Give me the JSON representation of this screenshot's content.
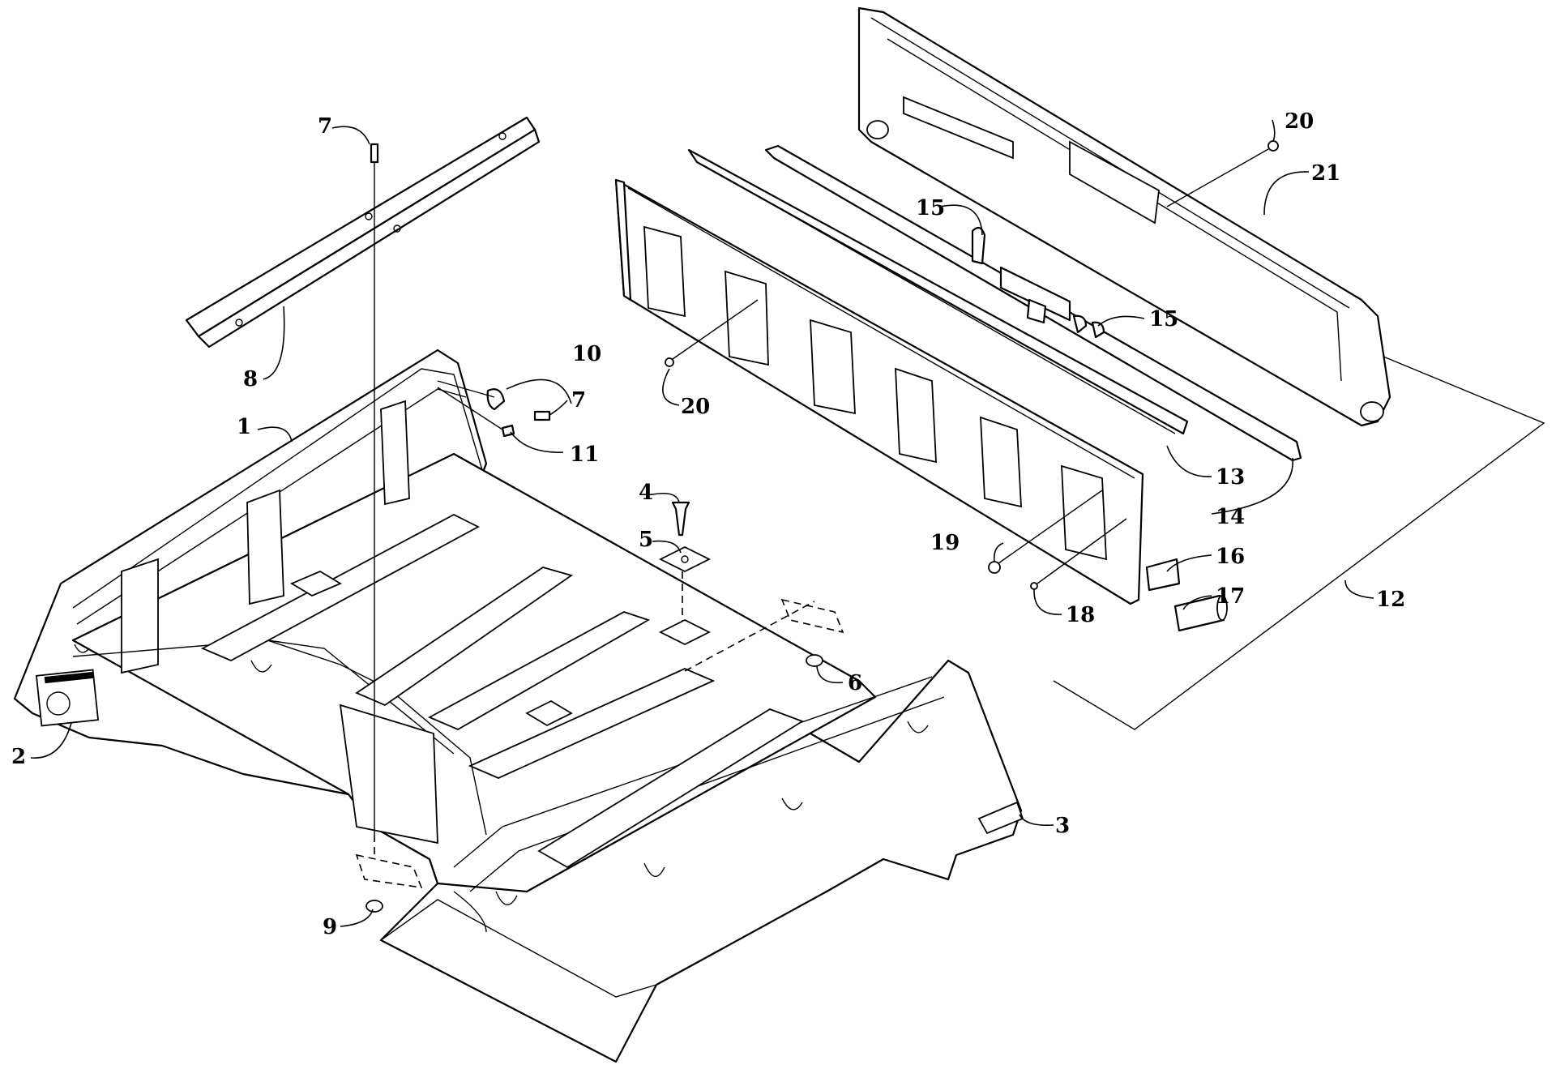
{
  "callouts": {
    "c1": "1",
    "c2": "2",
    "c3": "3",
    "c4": "4",
    "c5": "5",
    "c6": "6",
    "c7a": "7",
    "c7b": "7",
    "c8": "8",
    "c9": "9",
    "c10": "10",
    "c11": "11",
    "c12": "12",
    "c13": "13",
    "c14": "14",
    "c15a": "15",
    "c15b": "15",
    "c16": "16",
    "c17": "17",
    "c18": "18",
    "c19": "19",
    "c20a": "20",
    "c20b": "20",
    "c21": "21"
  },
  "colors": {
    "line": "#000000",
    "background": "#ffffff"
  }
}
